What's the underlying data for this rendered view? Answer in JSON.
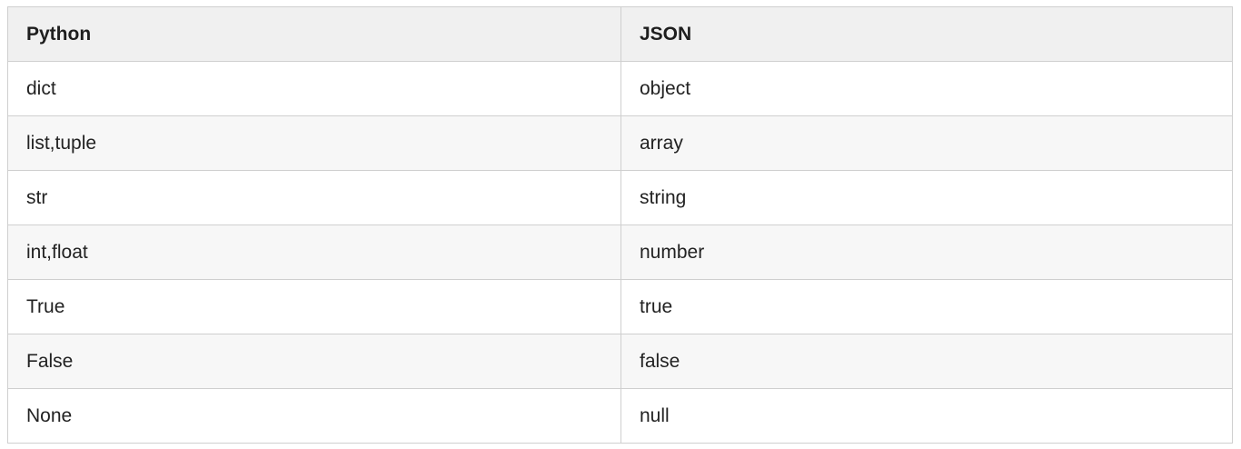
{
  "table": {
    "headers": [
      "Python",
      "JSON"
    ],
    "rows": [
      [
        "dict",
        "object"
      ],
      [
        "list,tuple",
        "array"
      ],
      [
        "str",
        "string"
      ],
      [
        "int,float",
        "number"
      ],
      [
        "True",
        "true"
      ],
      [
        "False",
        "false"
      ],
      [
        "None",
        "null"
      ]
    ]
  }
}
